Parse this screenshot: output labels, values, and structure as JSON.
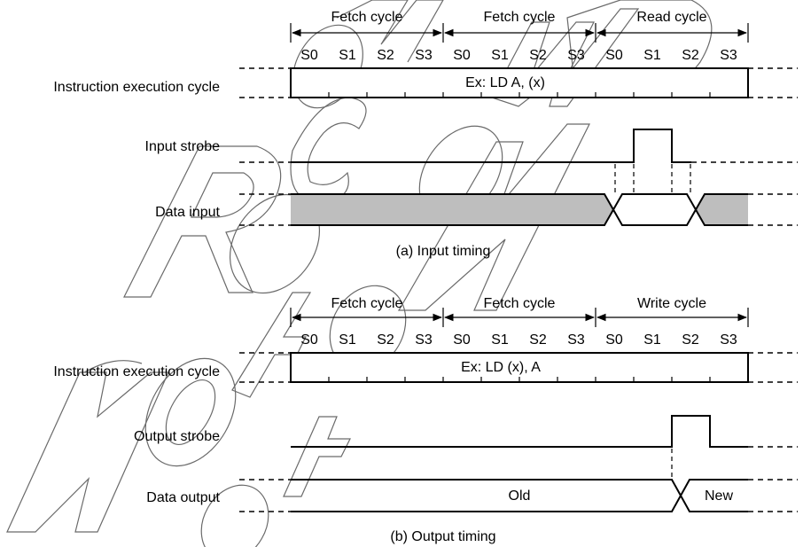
{
  "watermark": "Not Recommended for New Design",
  "input_timing": {
    "cycles": [
      "Fetch cycle",
      "Fetch cycle",
      "Read cycle"
    ],
    "states": [
      "S0",
      "S1",
      "S2",
      "S3",
      "S0",
      "S1",
      "S2",
      "S3",
      "S0",
      "S1",
      "S2",
      "S3"
    ],
    "instruction_label": "Instruction execution cycle",
    "instruction_text": "Ex: LD  A, (x)",
    "strobe_label": "Input strobe",
    "data_label": "Data input",
    "caption": "(a)  Input timing"
  },
  "output_timing": {
    "cycles": [
      "Fetch cycle",
      "Fetch cycle",
      "Write cycle"
    ],
    "states": [
      "S0",
      "S1",
      "S2",
      "S3",
      "S0",
      "S1",
      "S2",
      "S3",
      "S0",
      "S1",
      "S2",
      "S3"
    ],
    "instruction_label": "Instruction execution cycle",
    "instruction_text": "Ex: LD  (x), A",
    "strobe_label": "Output strobe",
    "data_label": "Data output",
    "data_old": "Old",
    "data_new": "New",
    "caption": "(b)  Output timing"
  }
}
